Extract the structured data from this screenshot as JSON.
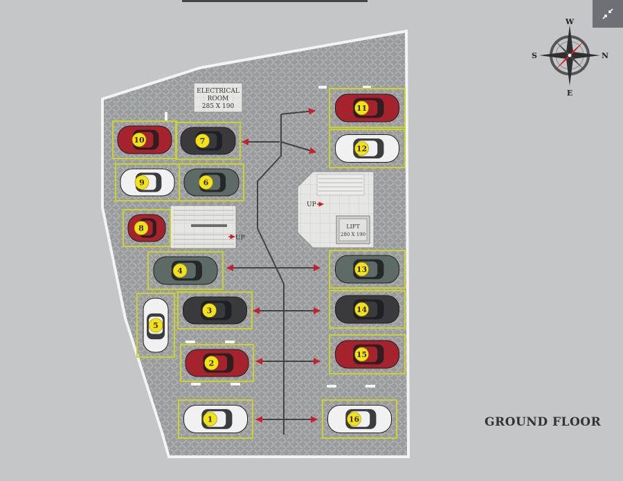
{
  "floor_title": "GROUND FLOOR",
  "rooms": {
    "electrical": {
      "line1": "ELECTRICAL",
      "line2": "ROOM",
      "size": "285 X 190"
    },
    "lift": {
      "label": "LIFT",
      "size": "280 X 190"
    }
  },
  "stairs": {
    "up_label": "UP"
  },
  "compass": {
    "north": "N",
    "south": "S",
    "east": "E",
    "west": "W"
  },
  "parking_slots": [
    {
      "number": "1",
      "color": "#f1f1f1"
    },
    {
      "number": "2",
      "color": "#a5232c"
    },
    {
      "number": "3",
      "color": "#3a3a3c"
    },
    {
      "number": "4",
      "color": "#5e6a65"
    },
    {
      "number": "5",
      "color": "#f1f1f1"
    },
    {
      "number": "6",
      "color": "#5e6a65"
    },
    {
      "number": "7",
      "color": "#3a3a3c"
    },
    {
      "number": "8",
      "color": "#a5232c"
    },
    {
      "number": "9",
      "color": "#f1f1f1"
    },
    {
      "number": "10",
      "color": "#a5232c"
    },
    {
      "number": "11",
      "color": "#a5232c"
    },
    {
      "number": "12",
      "color": "#f1f1f1"
    },
    {
      "number": "13",
      "color": "#5e6a65"
    },
    {
      "number": "14",
      "color": "#3a3a3c"
    },
    {
      "number": "15",
      "color": "#a5232c"
    },
    {
      "number": "16",
      "color": "#f1f1f1"
    }
  ],
  "colors": {
    "slot_outline": "#c9d32a",
    "number_badge": "#f2e21a",
    "floor": "#9c9d9f",
    "arrow": "#c8202a"
  }
}
